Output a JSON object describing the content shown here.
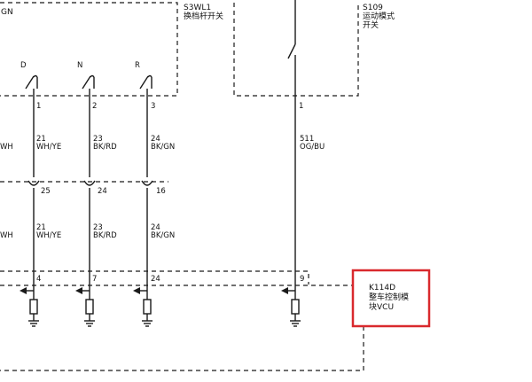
{
  "colors": {
    "line": "#1a1a1a",
    "highlight": "#d9292d",
    "background": "#ffffff"
  },
  "components": {
    "shift_switch": {
      "code": "S3WL1",
      "name": "换档杆开关",
      "partial_label": "GN"
    },
    "sport_switch": {
      "code": "S109",
      "name_line1": "运动模式",
      "name_line2": "开关"
    },
    "vcu": {
      "code": "K114D",
      "name_line1": "整车控制模",
      "name_line2": "块VCU"
    }
  },
  "switch_positions": [
    "D",
    "N",
    "R"
  ],
  "pins": {
    "switch_pins": [
      "1",
      "2",
      "3"
    ],
    "sport_pin": "1",
    "connector_pins": [
      "25",
      "24",
      "16"
    ],
    "vcu_pins": [
      "4",
      "7",
      "24",
      "9"
    ]
  },
  "wires_upper": [
    {
      "id": "wh-partial",
      "num": "",
      "color": "WH"
    },
    {
      "id": "d",
      "num": "21",
      "color": "WH/YE"
    },
    {
      "id": "n",
      "num": "23",
      "color": "BK/RD"
    },
    {
      "id": "r",
      "num": "24",
      "color": "BK/GN"
    },
    {
      "id": "sport",
      "num": "511",
      "color": "OG/BU"
    }
  ],
  "wires_lower": [
    {
      "id": "wh-partial",
      "num": "",
      "color": "WH"
    },
    {
      "id": "d",
      "num": "21",
      "color": "WH/YE"
    },
    {
      "id": "n",
      "num": "23",
      "color": "BK/RD"
    },
    {
      "id": "r",
      "num": "24",
      "color": "BK/GN"
    }
  ]
}
